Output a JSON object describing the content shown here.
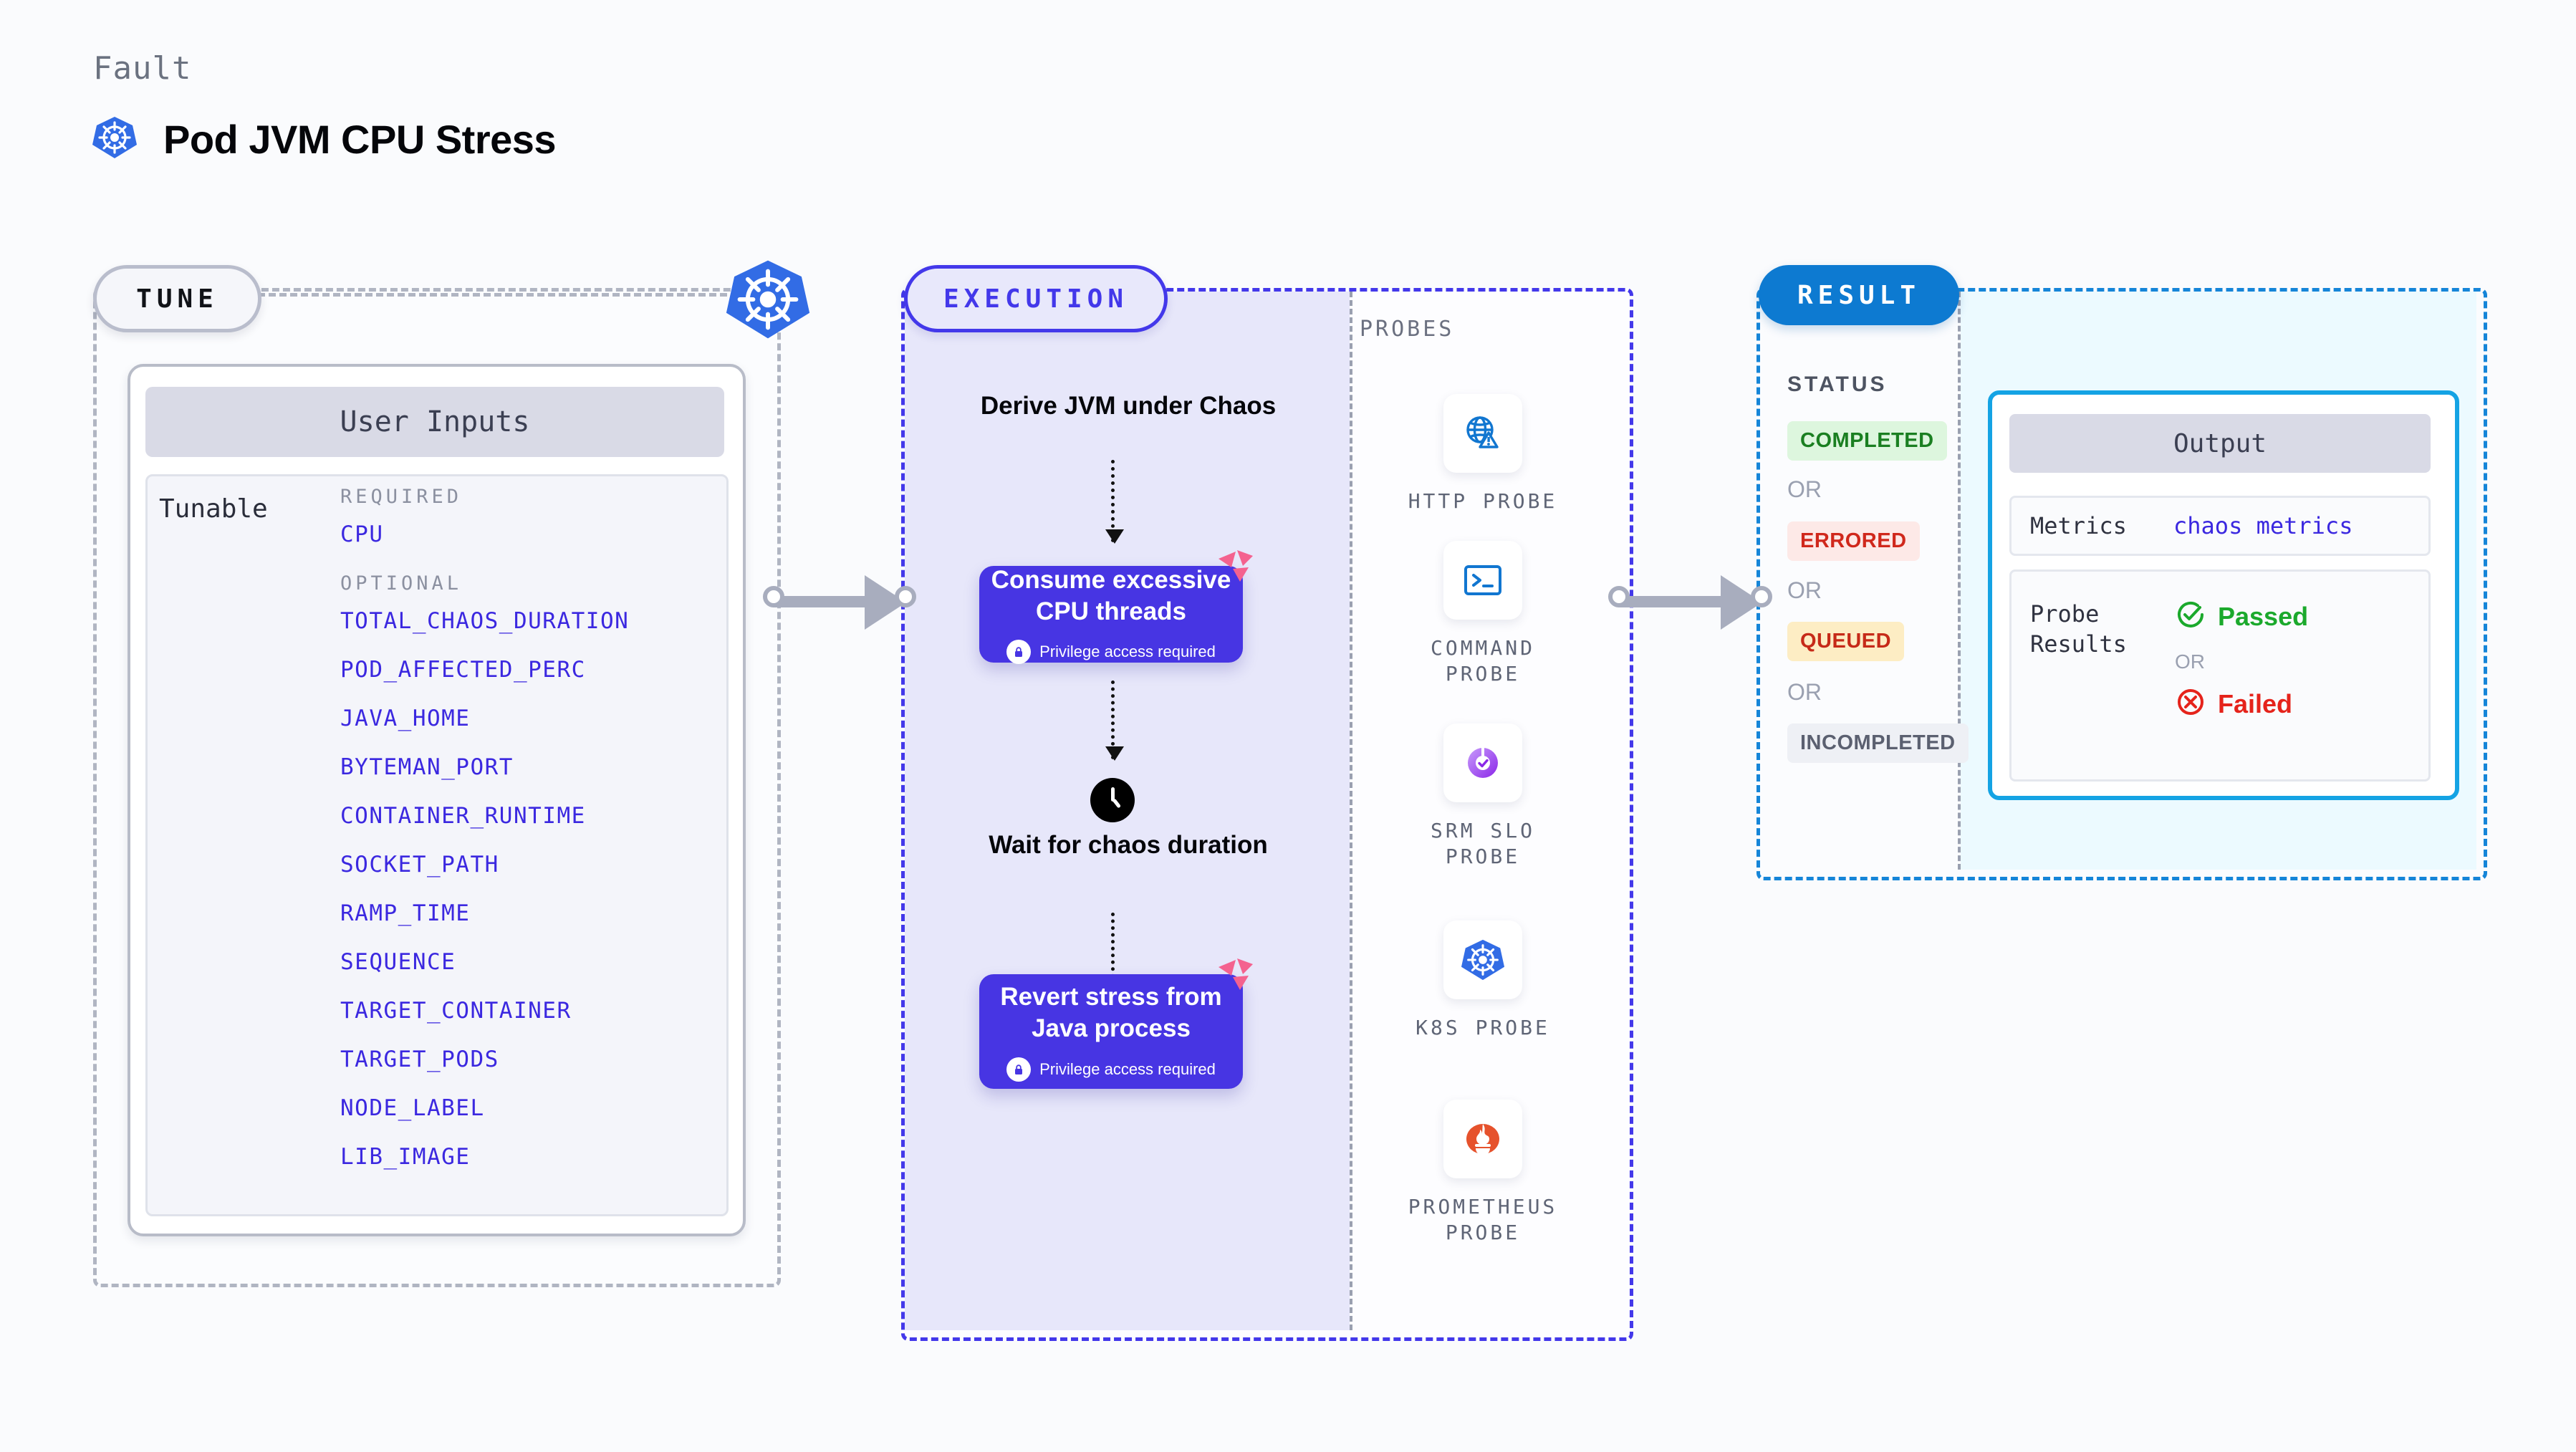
{
  "header": {
    "eyebrow": "Fault",
    "title": "Pod JVM CPU Stress",
    "icon": "kubernetes-icon"
  },
  "tune": {
    "pill_label": "TUNE",
    "badge_icon": "kubernetes-icon",
    "user_inputs_title": "User Inputs",
    "tunable_label": "Tunable",
    "required_label": "REQUIRED",
    "optional_label": "OPTIONAL",
    "required_params": [
      "CPU"
    ],
    "optional_params": [
      "TOTAL_CHAOS_DURATION",
      "POD_AFFECTED_PERC",
      "JAVA_HOME",
      "BYTEMAN_PORT",
      "CONTAINER_RUNTIME",
      "SOCKET_PATH",
      "RAMP_TIME",
      "SEQUENCE",
      "TARGET_CONTAINER",
      "TARGET_PODS",
      "NODE_LABEL",
      "LIB_IMAGE"
    ]
  },
  "execution": {
    "pill_label": "EXECUTION",
    "steps": [
      {
        "type": "text",
        "label": "Derive JVM under Chaos"
      },
      {
        "type": "card",
        "label": "Consume excessive CPU threads",
        "note": "Privilege access required",
        "badge": "litmus-icon",
        "lock": "lock-icon"
      },
      {
        "type": "timer",
        "label": "Wait for chaos duration",
        "icon": "clock-icon"
      },
      {
        "type": "card",
        "label": "Revert stress from Java process",
        "note": "Privilege access required",
        "badge": "litmus-icon",
        "lock": "lock-icon"
      }
    ],
    "probes_label": "PROBES",
    "probes": [
      {
        "name": "HTTP PROBE",
        "icon": "globe-warning-icon"
      },
      {
        "name": "COMMAND PROBE",
        "icon": "terminal-icon"
      },
      {
        "name": "SRM SLO PROBE",
        "icon": "slo-donut-check-icon"
      },
      {
        "name": "K8S PROBE",
        "icon": "kubernetes-icon"
      },
      {
        "name": "PROMETHEUS PROBE",
        "icon": "prometheus-torch-icon"
      }
    ]
  },
  "result": {
    "pill_label": "RESULT",
    "status_label": "STATUS",
    "or_label": "OR",
    "statuses": [
      {
        "label": "COMPLETED",
        "bg": "#ddf6de",
        "fg": "#1a7f21"
      },
      {
        "label": "ERRORED",
        "bg": "#fde9e7",
        "fg": "#d0281c"
      },
      {
        "label": "QUEUED",
        "bg": "#fdedc4",
        "fg": "#c62a18"
      },
      {
        "label": "INCOMPLETED",
        "bg": "#eef0f5",
        "fg": "#5b6070"
      }
    ],
    "output": {
      "title": "Output",
      "metrics_key": "Metrics",
      "metrics_value": "chaos metrics",
      "probe_results_key": "Probe Results",
      "passed_label": "Passed",
      "failed_label": "Failed",
      "or_label": "OR",
      "passed_icon": "check-circle-icon",
      "failed_icon": "x-circle-icon"
    }
  },
  "colors": {
    "accent_indigo": "#4338ea",
    "accent_blue": "#0d7ad1",
    "accent_cyan": "#14a3e4",
    "param_blue": "#3b28e0",
    "k8s_blue": "#326ce5",
    "litmus_pink": "#f4628f",
    "prometheus_orange": "#e6522c",
    "pass_green": "#1ba92c",
    "fail_red": "#e5231b"
  }
}
